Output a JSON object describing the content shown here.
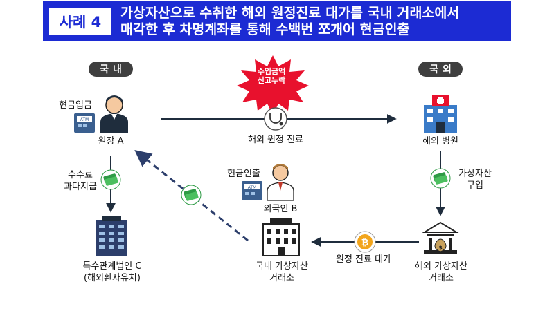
{
  "header": {
    "case_label": "사례 4",
    "title_line1": "가상자산으로 수취한 해외 원정진료 대가를 국내 거래소에서",
    "title_line2": "매각한 후 차명계좌를 통해 수백번 쪼개어 현금인출"
  },
  "domestic_label": "국내",
  "overseas_label": "국외",
  "burst_text": {
    "line1": "수입금액",
    "line2": "신고누락"
  },
  "nodes": {
    "cash_deposit": "현금입금",
    "director_a": "원장 A",
    "fee_line1": "수수료",
    "fee_line2": "과다지급",
    "corp_c_line1": "특수관계법인 C",
    "corp_c_line2": "(해외환자유치)",
    "cash_withdraw": "현금인출",
    "foreigner_b": "외국인 B",
    "domestic_exchange_line1": "국내 가상자산",
    "domestic_exchange_line2": "거래소",
    "overseas_treatment": "해외 원정 진료",
    "overseas_hospital": "해외 병원",
    "crypto_buy_line1": "가상자산",
    "crypto_buy_line2": "구입",
    "overseas_exchange_line1": "해외 가상자산",
    "overseas_exchange_line2": "거래소",
    "treatment_payment": "원정 진료 대가",
    "atm_text": "ATM"
  },
  "colors": {
    "header_bg": "#1c2bd3",
    "burst_red": "#e8112d",
    "money_green": "#2e9b45",
    "coin_gold": "#f2a51c",
    "arrow_dark": "#1f2d3d",
    "dashed_arrow": "#2c3e6b"
  },
  "icons": [
    "businessman-icon",
    "atm-icon",
    "office-building-icon",
    "foreigner-icon",
    "exchange-building-icon",
    "hospital-icon",
    "bank-money-icon",
    "stethoscope-icon",
    "money-icon",
    "bitcoin-icon",
    "starburst-icon"
  ]
}
